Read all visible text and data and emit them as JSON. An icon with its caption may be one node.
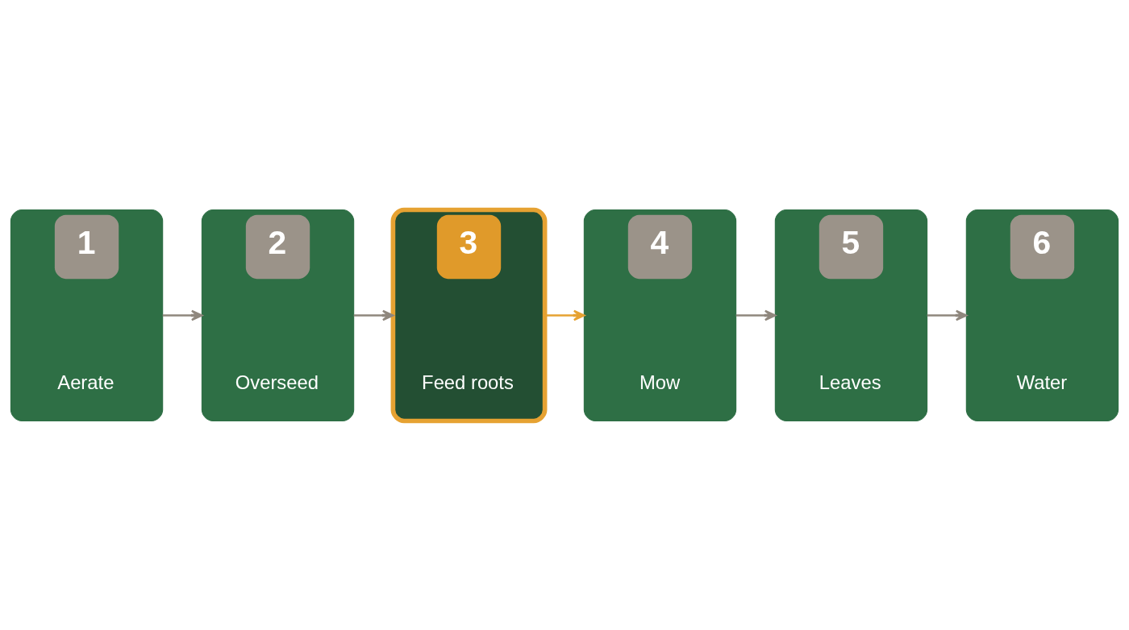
{
  "diagram": {
    "nodes": [
      {
        "text": [
          "1",
          "Aerate"
        ]
      },
      {
        "text": [
          "2",
          "Overseed"
        ]
      },
      {
        "text": [
          "3",
          "Feed roots"
        ]
      },
      {
        "text": [
          "4",
          "Mow"
        ]
      },
      {
        "text": [
          "5",
          "Leaves"
        ]
      },
      {
        "text": [
          "6",
          "Water"
        ]
      }
    ],
    "edges": [
      {
        "from": 0,
        "to": 1,
        "arrow": "to"
      },
      {
        "from": 1,
        "to": 2,
        "arrow": "to"
      },
      {
        "from": 2,
        "to": 3,
        "arrow": "to",
        "color": "#e6a232"
      },
      {
        "from": 3,
        "to": 4,
        "arrow": "to"
      },
      {
        "from": 4,
        "to": 5,
        "arrow": "to"
      }
    ]
  }
}
